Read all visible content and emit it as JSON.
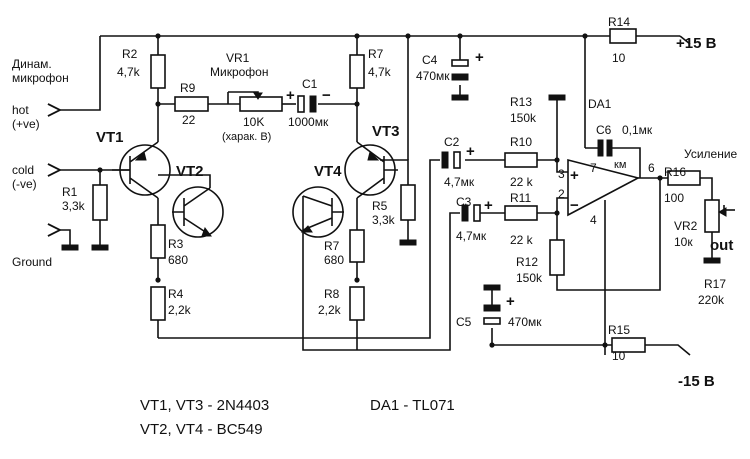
{
  "labels": {
    "mic": [
      "Динам.",
      "микрофон"
    ],
    "hot": [
      "hot",
      "(+ve)"
    ],
    "cold": [
      "cold",
      "(-ve)"
    ],
    "ground": "Ground",
    "vr1_title": [
      "VR1",
      "Микрофон"
    ],
    "vr1_value": [
      "10K",
      "(харак. B)"
    ],
    "c1": [
      "C1",
      "1000мк"
    ],
    "c4": [
      "C4",
      "470мк"
    ],
    "c2": [
      "C2",
      "4,7мк"
    ],
    "c3": [
      "C3",
      "4,7мк"
    ],
    "c5": "470мк",
    "c5_name": "C5",
    "c6": [
      "C6",
      "0,1мк",
      "км"
    ],
    "da1": "DA1",
    "gain": "Усиление",
    "vr2": [
      "VR2",
      "10к"
    ],
    "out": "out",
    "r17": [
      "R17",
      "220k"
    ],
    "plus15": "+15 B",
    "minus15": "-15 B",
    "r1": [
      "R1",
      "3,3k"
    ],
    "r2": [
      "R2",
      "4,7k"
    ],
    "r3": [
      "R3",
      "680"
    ],
    "r4": [
      "R4",
      "2,2k"
    ],
    "r5": [
      "R5",
      "3,3k"
    ],
    "r7a": [
      "R7",
      "4,7k"
    ],
    "r7b": [
      "R7",
      "680"
    ],
    "r8": [
      "R8",
      "2,2k"
    ],
    "r9": [
      "R9",
      "22"
    ],
    "r10": [
      "R10",
      "22 k"
    ],
    "r11": [
      "R11",
      "22 k"
    ],
    "r12": [
      "R12",
      "150k"
    ],
    "r13": [
      "R13",
      "150k"
    ],
    "r14": [
      "R14",
      "10"
    ],
    "r15": [
      "R15",
      "10"
    ],
    "r16": [
      "R16",
      "100"
    ],
    "vt1": "VT1",
    "vt2": "VT2",
    "vt3": "VT3",
    "vt4": "VT4",
    "pins": [
      "3",
      "2",
      "7",
      "4",
      "6"
    ],
    "plus_signs": [
      "+",
      "+",
      "+",
      "+",
      "+"
    ],
    "minus_signs": [
      "−",
      "−"
    ],
    "opamp_plus": "+",
    "opamp_minus": "−"
  },
  "notes": {
    "line1": "VT1, VT3 - 2N4403",
    "line2": "VT2, VT4 - BC549",
    "line3": "DA1 - TL071"
  }
}
